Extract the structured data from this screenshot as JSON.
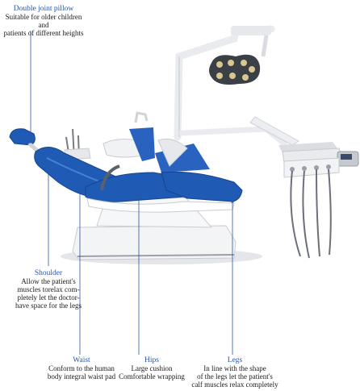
{
  "colors": {
    "accent_title": "#2a56a8",
    "upholstery": "#1f5bb5",
    "leader_line": "#2a56a8"
  },
  "callouts": {
    "double_joint_pillow": {
      "title": "Double joint pillow",
      "lines": [
        "Suitable for older children and",
        "patients of different heights"
      ]
    },
    "shoulder": {
      "title": "Shoulder",
      "lines": [
        "Allow the patient's",
        "muscles torelax com-",
        "pletely let the doctor-",
        "have space for the legs"
      ]
    },
    "waist": {
      "title": "Waist",
      "lines": [
        "Conform to the human",
        "body integral waist pad"
      ]
    },
    "hips": {
      "title": "Hips",
      "lines": [
        "Large cushion",
        "Comfortable wrapping"
      ]
    },
    "legs": {
      "title": "Legs",
      "lines": [
        "In line with the shape",
        "of the legs let the patient's",
        "calf muscles relax completely"
      ]
    }
  }
}
